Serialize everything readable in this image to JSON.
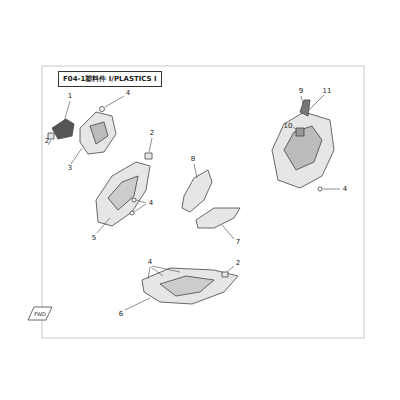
{
  "diagram": {
    "nodes": [
      {
        "text": [
          "F04-1塑料件 I/PLASTICS I"
        ]
      }
    ],
    "labels": [
      "1",
      "2",
      "3",
      "4",
      "2",
      "4",
      "5",
      "8",
      "7",
      "9",
      "11",
      "10",
      "4",
      "4",
      "2",
      "6",
      "FWD"
    ]
  }
}
